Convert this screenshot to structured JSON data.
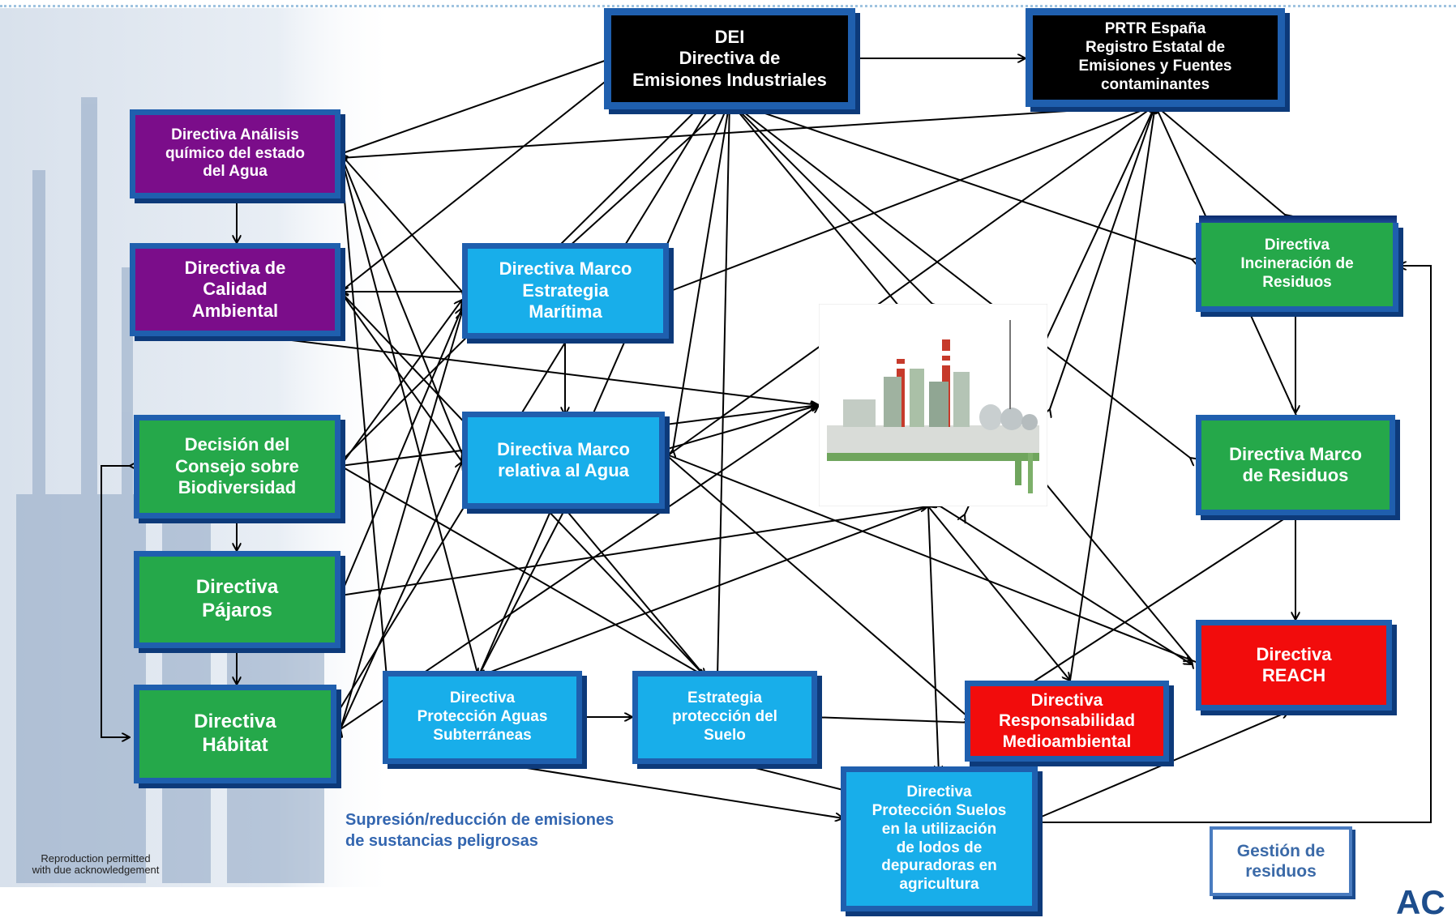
{
  "boxes": {
    "dei": "DEI\nDirectiva  de\nEmisiones Industriales",
    "prtr": "PRTR España\nRegistro Estatal de\nEmisiones y Fuentes\ncontaminantes",
    "analisis": "Directiva  Análisis\nquímico del estado\ndel Agua",
    "calidad": "Directiva  de\nCalidad\nAmbiental",
    "biodiversidad": "Decisión del\nConsejo sobre\nBiodiversidad",
    "pajaros": "Directiva\nPájaros",
    "habitat": "Directiva\nHábitat",
    "maritima": "Directiva Marco\nEstrategia\nMarítima",
    "agua": "Directiva Marco\nrelativa al Agua",
    "incineracion": "Directiva\nIncineración de\nResiduos",
    "residuos": "Directiva  Marco\nde Residuos",
    "reach": "Directiva\nREACH",
    "subterraneas": "Directiva\nProtección  Aguas\nSubterráneas",
    "suelo": "Estrategia\nprotección del\nSuelo",
    "responsabilidad": "Directiva\nResponsabilidad\nMedioambiental",
    "lodos": "Directiva\nProtección  Suelos\nen  la utilización\nde lodos de\ndepuradoras en\nagricultura",
    "gestion": "Gestión de\nresiduos"
  },
  "caption": "Supresión/reducción de emisiones\nde sustancias peligrosas",
  "reproduction_note": "Reproduction permitted\nwith due acknowledgement",
  "logo_text": "AC",
  "colors": {
    "purple": "#7b0d8a",
    "green": "#25a84a",
    "cyan": "#18aeea",
    "black": "#000000",
    "red": "#f20c0c",
    "border_blue": "#1f5fae",
    "caption_blue": "#3366b0"
  }
}
